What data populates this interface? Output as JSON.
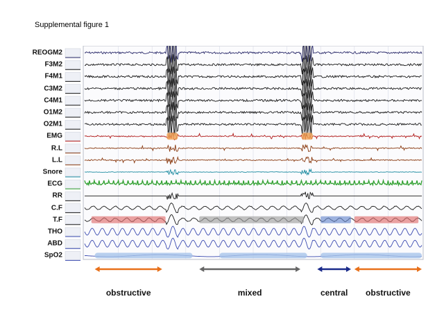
{
  "figure_title": "Supplemental figure 1",
  "channels": [
    {
      "label": "REOGM2",
      "color": "#2a2a6a",
      "kind": "eeg"
    },
    {
      "label": "F3M2",
      "color": "#1a1a1a",
      "kind": "eeg"
    },
    {
      "label": "F4M1",
      "color": "#1a1a1a",
      "kind": "eeg"
    },
    {
      "label": "C3M2",
      "color": "#1a1a1a",
      "kind": "eeg"
    },
    {
      "label": "C4M1",
      "color": "#1a1a1a",
      "kind": "eeg"
    },
    {
      "label": "O1M2",
      "color": "#1a1a1a",
      "kind": "eeg"
    },
    {
      "label": "O2M1",
      "color": "#1a1a1a",
      "kind": "eeg"
    },
    {
      "label": "EMG",
      "color": "#b01818",
      "kind": "emg"
    },
    {
      "label": "R.L",
      "color": "#8a3a10",
      "kind": "emg"
    },
    {
      "label": "L.L",
      "color": "#8a3a10",
      "kind": "emg"
    },
    {
      "label": "Snore",
      "color": "#1a8aa0",
      "kind": "snore"
    },
    {
      "label": "ECG",
      "color": "#30a030",
      "kind": "ecg"
    },
    {
      "label": "RR",
      "color": "#1a1a1a",
      "kind": "flat"
    },
    {
      "label": "C.F",
      "color": "#1a1a1a",
      "kind": "flow"
    },
    {
      "label": "T.F",
      "color": "#1a1a1a",
      "kind": "flow"
    },
    {
      "label": "THO",
      "color": "#3a4ab0",
      "kind": "resp"
    },
    {
      "label": "ABD",
      "color": "#3a4ab0",
      "kind": "resp"
    },
    {
      "label": "SpO2",
      "color": "#3a4ab0",
      "kind": "spo2"
    }
  ],
  "events": [
    {
      "label": "obstructive",
      "color": "#e8701a",
      "start": 0.03,
      "end": 0.23
    },
    {
      "label": "mixed",
      "color": "#666666",
      "start": 0.34,
      "end": 0.64
    },
    {
      "label": "central",
      "color": "#1a2a8a",
      "start": 0.69,
      "end": 0.79
    },
    {
      "label": "obstructive",
      "color": "#e8701a",
      "start": 0.8,
      "end": 1.0
    }
  ],
  "event_highlights": [
    {
      "color": "#e07070",
      "start": 0.02,
      "end": 0.24
    },
    {
      "color": "#a0a0a0",
      "start": 0.34,
      "end": 0.65
    },
    {
      "color": "#6a8ad0",
      "start": 0.7,
      "end": 0.79
    },
    {
      "color": "#e07070",
      "start": 0.8,
      "end": 0.99
    }
  ],
  "arousals": [
    0.26,
    0.66
  ]
}
